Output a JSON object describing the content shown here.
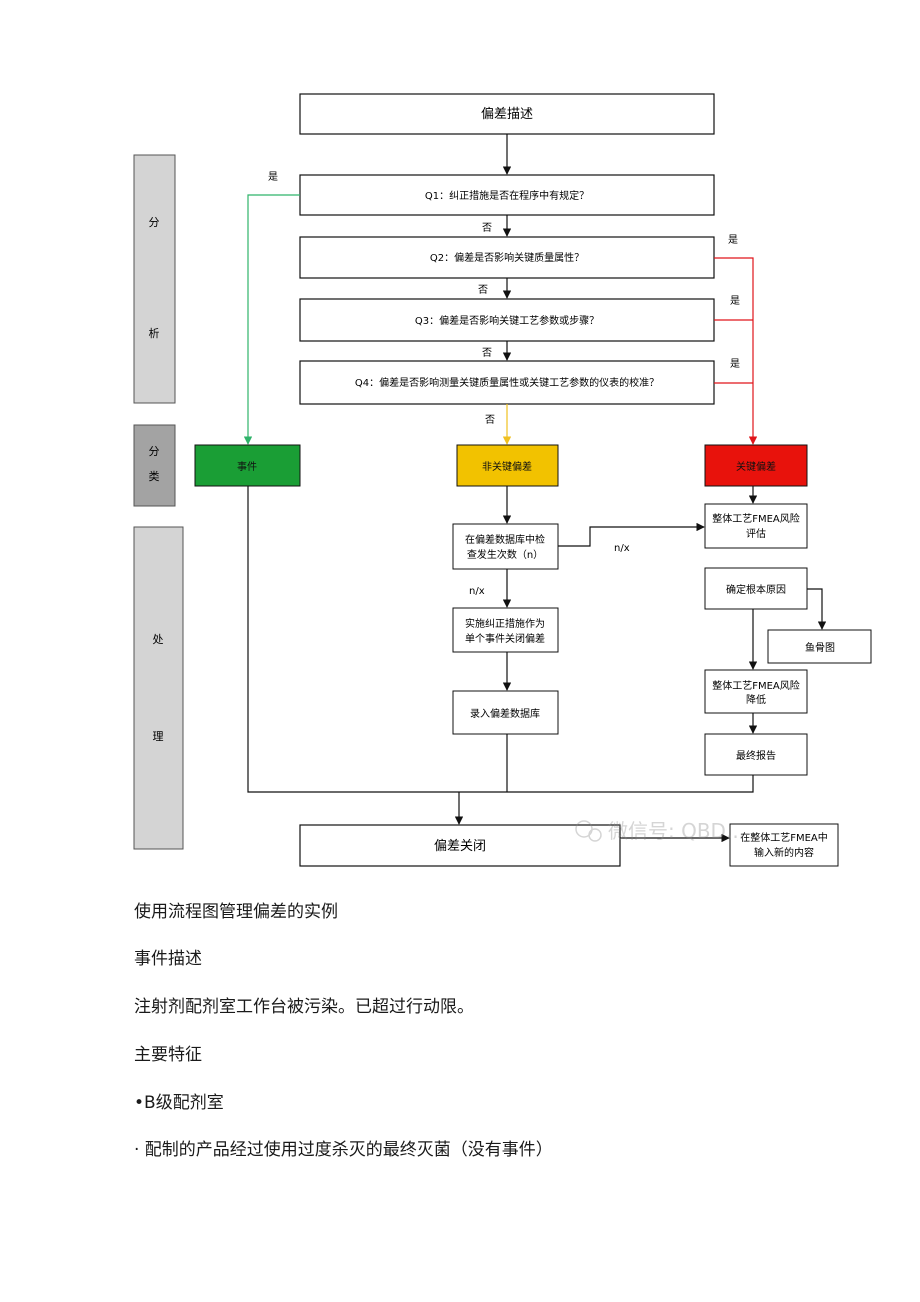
{
  "flowchart": {
    "top_box": "偏差描述",
    "yes": "是",
    "no": "否",
    "q1": "Q1：纠正措施是否在程序中有规定？",
    "q2": "Q2：偏差是否影响关键质量属性？",
    "q3": "Q3：偏差是否影响关键工艺参数或步骤？",
    "q4": "Q4：偏差是否影响测量关键质量属性或关键工艺参数的仪表的校准？",
    "stages": {
      "analysis_1": "分",
      "analysis_2": "析",
      "classify_1": "分",
      "classify_2": "类",
      "handle_1": "处",
      "handle_2": "理"
    },
    "cat_event": "事件",
    "cat_noncritical": "非关键偏差",
    "cat_critical": "关键偏差",
    "check_db_1": "在偏差数据库中检",
    "check_db_2": "查发生次数（n）",
    "n_gt_x": "n/x",
    "n_lt_x": "n/x",
    "capa_1": "实施纠正措施作为",
    "capa_2": "单个事件关闭偏差",
    "record_db": "录入偏差数据库",
    "fmea_eval_1": "整体工艺FMEA风险",
    "fmea_eval_2": "评估",
    "root_cause": "确定根本原因",
    "fishbone": "鱼骨图",
    "fmea_reduce_1": "整体工艺FMEA风险",
    "fmea_reduce_2": "降低",
    "final_report": "最终报告",
    "close": "偏差关闭",
    "fmea_input_1": "在整体工艺FMEA中",
    "fmea_input_2": "输入新的内容",
    "watermark": "微信号: QBD..."
  },
  "colors": {
    "event": "#1a9e35",
    "noncritical": "#f2c200",
    "critical": "#e8120c",
    "stage_gray": "#d4d4d4",
    "stage_dark": "#a3a3a3",
    "green_arrow": "#2fb36a",
    "red_arrow": "#e0141a",
    "yellow_arrow": "#f0c020"
  },
  "text": {
    "caption": "使用流程图管理偏差的实例",
    "heading1": "事件描述",
    "para1": "注射剂配剂室工作台被污染。已超过行动限。",
    "heading2": "主要特征",
    "bullet1": "•B级配剂室",
    "bullet2": "· 配制的产品经过使用过度杀灭的最终灭菌（没有事件）"
  }
}
